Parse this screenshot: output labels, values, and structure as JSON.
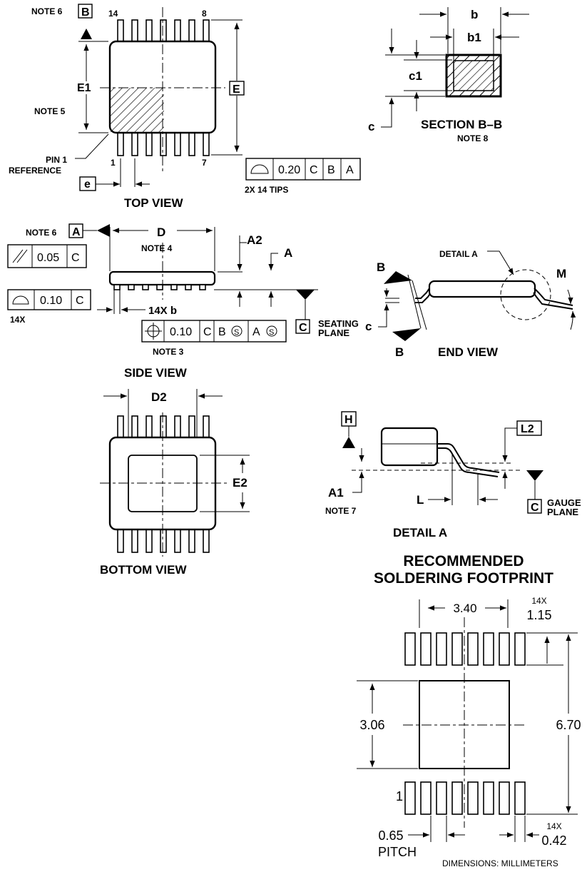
{
  "top_view": {
    "title": "TOP VIEW",
    "note6": "NOTE 6",
    "datum_b": "B",
    "pin14": "14",
    "pin8": "8",
    "pin1": "1",
    "pin7": "7",
    "e1": "E1",
    "e": "E",
    "note5": "NOTE 5",
    "pin1_ref_line1": "PIN 1",
    "pin1_ref_line2": "REFERENCE",
    "pitch_e": "e",
    "fcf_value": "0.20",
    "fcf_c": "C",
    "fcf_b": "B",
    "fcf_a": "A",
    "tips": "2X 14 TIPS"
  },
  "section_bb": {
    "title": "SECTION B–B",
    "note": "NOTE 8",
    "b": "b",
    "b1": "b1",
    "c1": "c1",
    "c": "c"
  },
  "side_view": {
    "title": "SIDE VIEW",
    "note6": "NOTE 6",
    "datum_a": "A",
    "d": "D",
    "note4": "NOTE 4",
    "a2": "A2",
    "a": "A",
    "parallel_value": "0.05",
    "parallel_ref": "C",
    "profile_value": "0.10",
    "profile_ref": "C",
    "count14x": "14X",
    "b_label": "14X b",
    "pos_value": "0.10",
    "pos_c": "C",
    "pos_b": "B",
    "pos_a": "A",
    "mmc": "S",
    "note3": "NOTE 3",
    "datum_c": "C",
    "seating_line1": "SEATING",
    "seating_line2": "PLANE"
  },
  "end_view": {
    "title": "END VIEW",
    "detail": "DETAIL A",
    "b_top": "B",
    "b_bottom": "B",
    "m": "M",
    "c": "c"
  },
  "bottom_view": {
    "title": "BOTTOM VIEW",
    "d2": "D2",
    "e2": "E2"
  },
  "detail_a": {
    "title": "DETAIL A",
    "h": "H",
    "l2": "L2",
    "a1": "A1",
    "note7": "NOTE 7",
    "l": "L",
    "datum_c": "C",
    "gauge_line1": "GAUGE",
    "gauge_line2": "PLANE"
  },
  "footprint": {
    "title_line1": "RECOMMENDED",
    "title_line2": "SOLDERING FOOTPRINT",
    "width": "3.40",
    "pad_count_top": "14X",
    "pad_length": "1.15",
    "height_center": "3.06",
    "overall": "6.70",
    "pin1": "1",
    "pitch_value": "0.65",
    "pitch_label": "PITCH",
    "pad_count_bottom": "14X",
    "pad_width": "0.42",
    "units": "DIMENSIONS: MILLIMETERS"
  }
}
